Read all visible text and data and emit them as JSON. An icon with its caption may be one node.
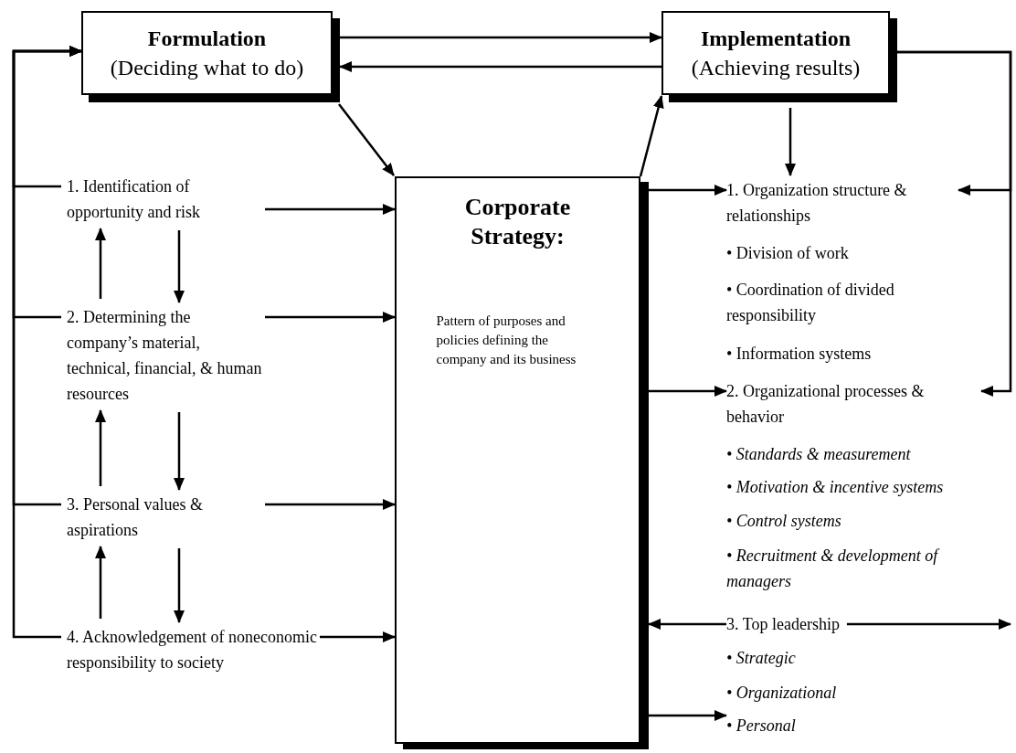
{
  "diagram": {
    "nodes": [
      {
        "text": [
          "Formulation",
          "(Deciding what to do)"
        ]
      },
      {
        "text": [
          "Implementation",
          "(Achieving results)"
        ]
      },
      {
        "text": [
          "Corporate Strategy:",
          "Pattern of purposes and policies defining the company and its business"
        ]
      },
      {
        "text": [
          "1. Identification of opportunity and risk"
        ]
      },
      {
        "text": [
          "2. Determining the company’s material, technical, financial, & human resources"
        ]
      },
      {
        "text": [
          "3. Personal values & aspirations"
        ]
      },
      {
        "text": [
          "4. Acknowledgement of noneconomic responsibility to society"
        ]
      },
      {
        "text": [
          "1. Organization structure & relationships"
        ]
      },
      {
        "text": [
          "2. Organizational processes & behavior"
        ]
      },
      {
        "text": [
          "3. Top leadership"
        ]
      },
      {
        "text": [
          "• Personal"
        ]
      }
    ],
    "edges": [
      {
        "from": 0,
        "to": 1,
        "arrow": "to"
      },
      {
        "from": 1,
        "to": 0,
        "arrow": "to"
      },
      {
        "from": 0,
        "to": 2,
        "arrow": "to"
      },
      {
        "from": 2,
        "to": 1,
        "arrow": "to"
      },
      {
        "from": 1,
        "to": 7,
        "arrow": "to"
      },
      {
        "from": 1,
        "to": 7,
        "arrow": "to"
      },
      {
        "from": 1,
        "to": 8,
        "arrow": "to"
      },
      {
        "from": 3,
        "to": 0,
        "arrow": "to"
      },
      {
        "from": 4,
        "to": 0,
        "arrow": "to"
      },
      {
        "from": 5,
        "to": 0,
        "arrow": "to"
      },
      {
        "from": 6,
        "to": 0,
        "arrow": "to"
      },
      {
        "from": 3,
        "to": 2,
        "arrow": "to"
      },
      {
        "from": 4,
        "to": 2,
        "arrow": "to"
      },
      {
        "from": 5,
        "to": 2,
        "arrow": "to"
      },
      {
        "from": 6,
        "to": 2,
        "arrow": "to"
      },
      {
        "from": 4,
        "to": 3,
        "arrow": "to"
      },
      {
        "from": 3,
        "to": 4,
        "arrow": "to"
      },
      {
        "from": 5,
        "to": 4,
        "arrow": "to"
      },
      {
        "from": 4,
        "to": 5,
        "arrow": "to"
      },
      {
        "from": 6,
        "to": 5,
        "arrow": "to"
      },
      {
        "from": 5,
        "to": 6,
        "arrow": "to"
      },
      {
        "from": 2,
        "to": 7,
        "arrow": "to"
      },
      {
        "from": 2,
        "to": 8,
        "arrow": "to"
      },
      {
        "from": 9,
        "to": 2,
        "arrow": "to"
      },
      {
        "from": 9,
        "to": null,
        "arrow": "to"
      },
      {
        "from": 2,
        "to": 10,
        "arrow": "to"
      }
    ],
    "labels": [
      "• Division of work",
      "• Coordination of divided responsibility",
      "• Information systems",
      "• Standards & measurement",
      "• Motivation & incentive systems",
      "• Control systems",
      "• Recruitment & development of managers",
      "• Strategic",
      "• Organizational"
    ]
  }
}
